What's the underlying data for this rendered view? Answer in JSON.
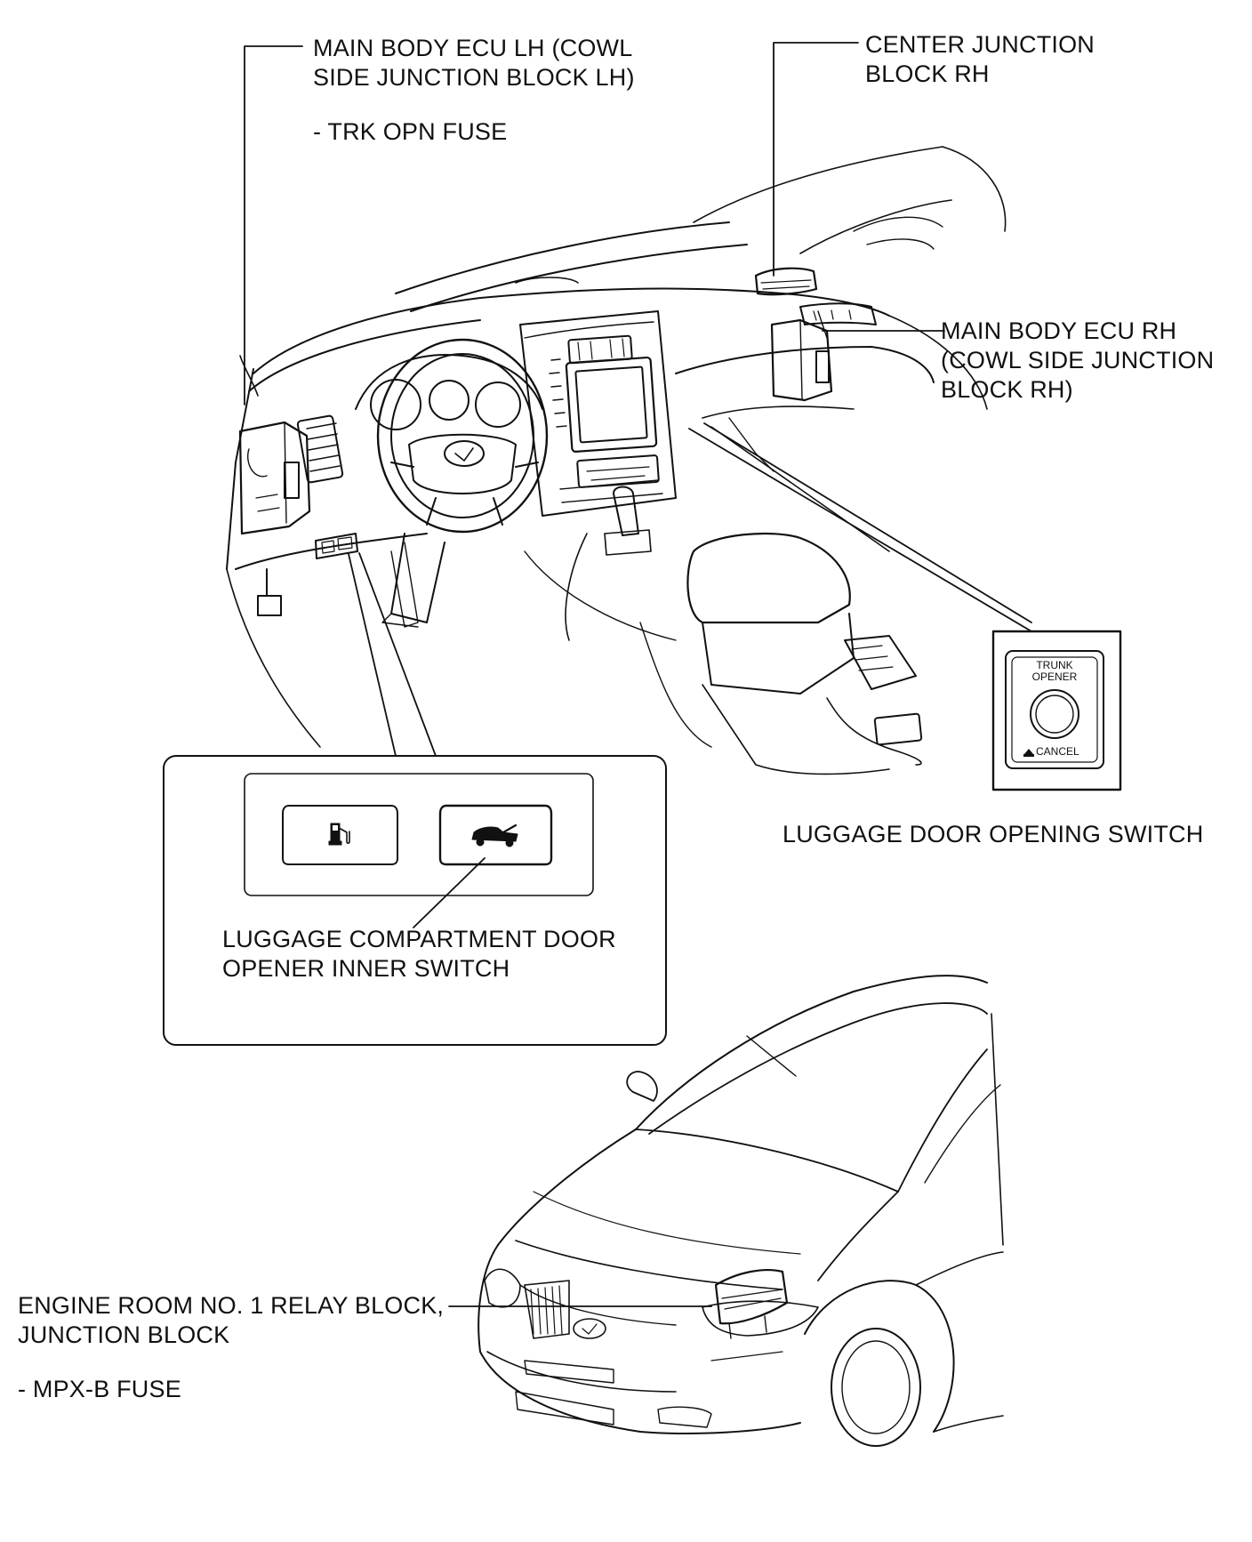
{
  "labels": {
    "main_body_ecu_lh": {
      "lines": [
        "MAIN BODY ECU LH (COWL",
        "SIDE JUNCTION BLOCK LH)"
      ],
      "fuse": "- TRK OPN FUSE"
    },
    "center_junction_block_rh": {
      "lines": [
        "CENTER JUNCTION",
        "BLOCK RH"
      ]
    },
    "main_body_ecu_rh": {
      "lines": [
        "MAIN BODY ECU RH",
        "(COWL SIDE JUNCTION",
        "BLOCK RH)"
      ]
    },
    "luggage_door_opening_switch": "LUGGAGE DOOR OPENING SWITCH",
    "luggage_compartment_door_opener_inner_switch": {
      "lines": [
        "LUGGAGE COMPARTMENT DOOR",
        "OPENER INNER SWITCH"
      ]
    },
    "engine_room_relay_block": {
      "lines": [
        "ENGINE ROOM NO. 1 RELAY BLOCK,",
        "JUNCTION BLOCK"
      ],
      "fuse": "- MPX-B FUSE"
    }
  },
  "switch_panel": {
    "top_text": [
      "TRUNK",
      "OPENER"
    ],
    "bottom_text": "CANCEL"
  },
  "icons": [
    "fuel-door-icon",
    "trunk-car-icon",
    "cancel-triangle-icon",
    "lexus-emblem-icon"
  ],
  "colors": {
    "line": "#111111",
    "background": "#ffffff"
  }
}
